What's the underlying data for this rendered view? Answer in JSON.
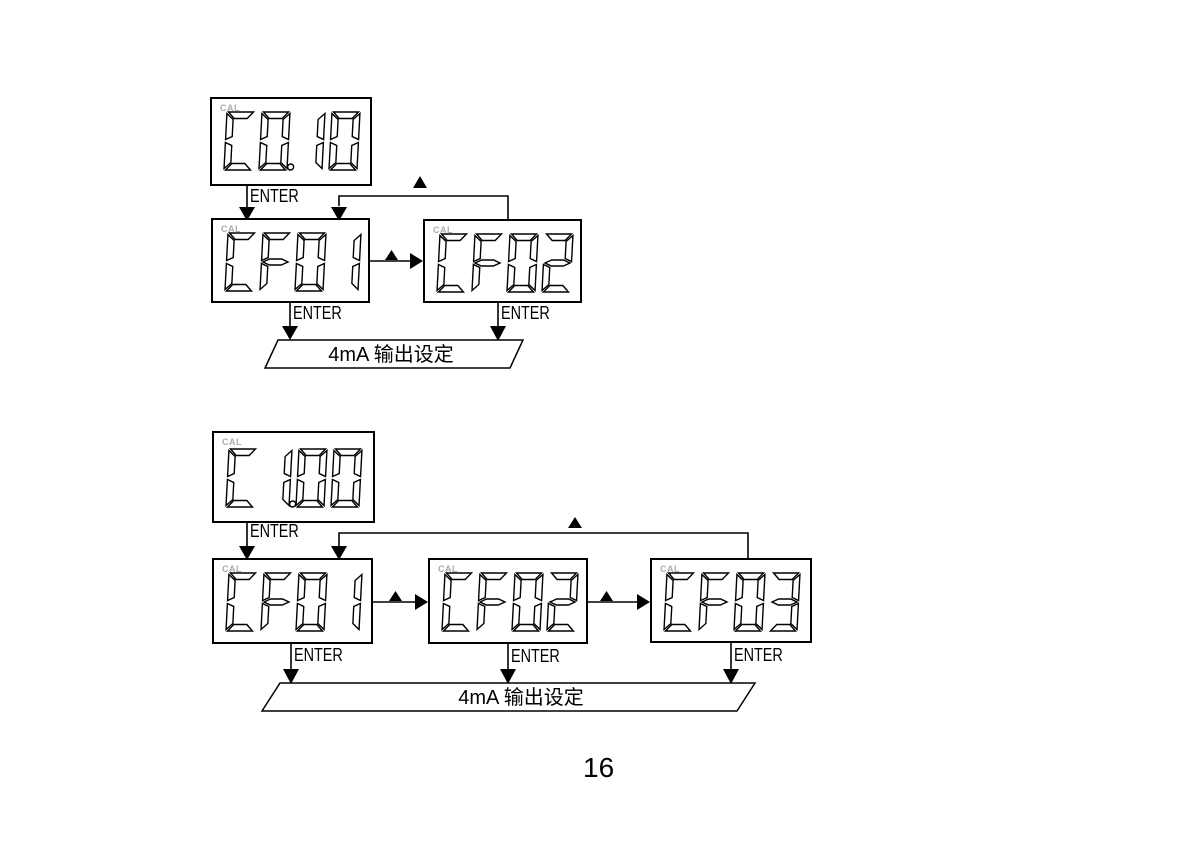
{
  "page": {
    "number": "16"
  },
  "labels": {
    "cal": "CAL",
    "enter": "ENTER"
  },
  "icons": {
    "up_triangle": "▲",
    "down_arrowhead": "▼",
    "right_arrowhead": "►"
  },
  "colors": {
    "background": "#ffffff",
    "line": "#000000",
    "cal_indicator": "#ababab"
  },
  "sections": [
    {
      "id": "upper-flow",
      "entry_display": "C0.10",
      "menu_displays": [
        "CF01",
        "CF02"
      ],
      "output_label": "4mA 输出设定"
    },
    {
      "id": "lower-flow",
      "entry_display": "C1.00",
      "menu_displays": [
        "CF01",
        "CF02",
        "CF03"
      ],
      "output_label": "4mA 输出设定"
    }
  ]
}
